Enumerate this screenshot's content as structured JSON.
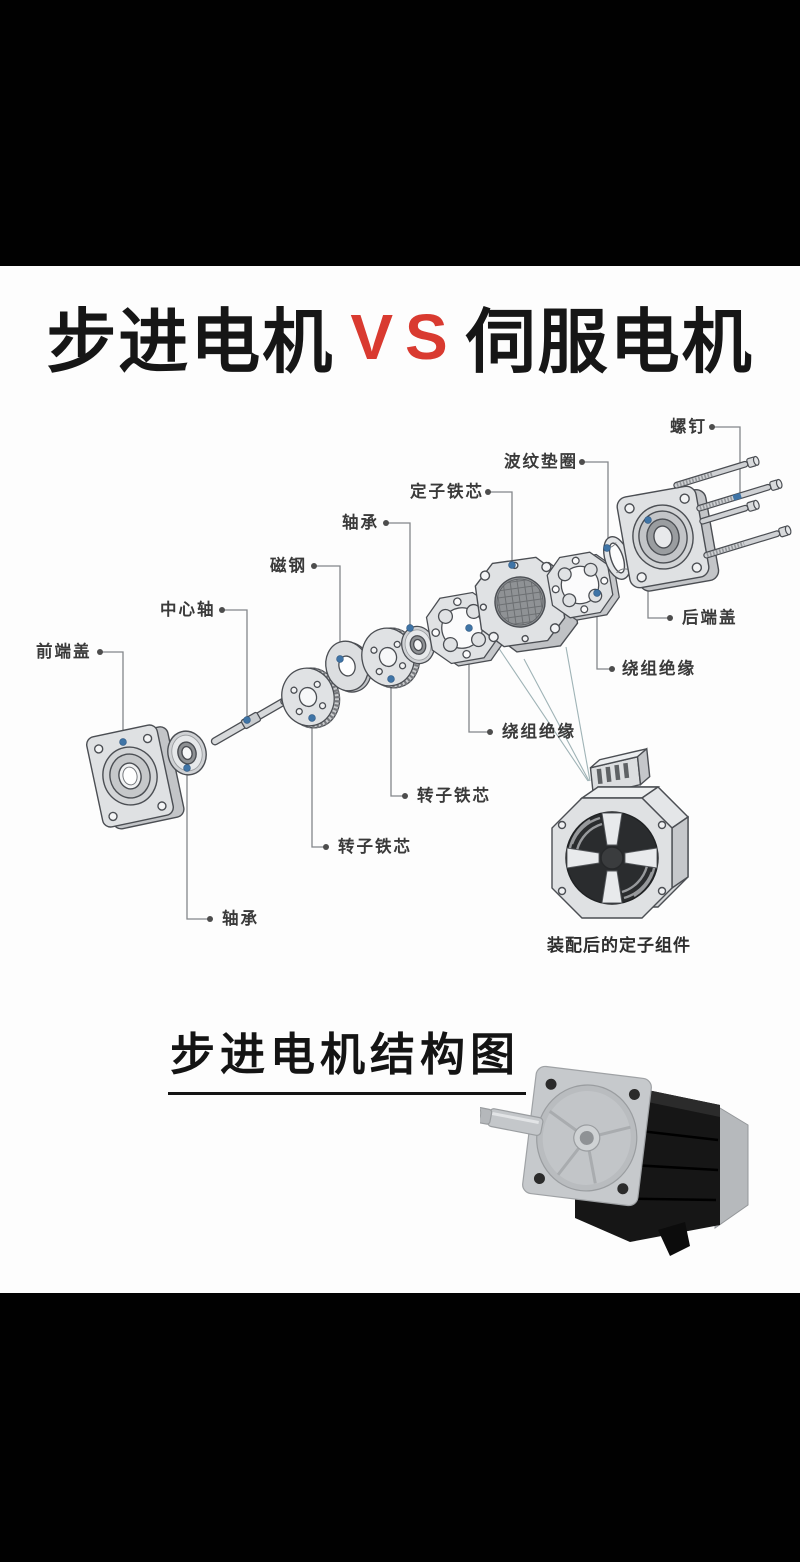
{
  "header": {
    "title_left": "步进电机",
    "vs": "VS",
    "title_right": "伺服电机",
    "accent_red": "#d93a30"
  },
  "diagram": {
    "labels": {
      "screw": "螺钉",
      "wave_washer": "波纹垫圈",
      "stator_core": "定子铁芯",
      "bearing_top": "轴承",
      "magnet": "磁钢",
      "center_shaft": "中心轴",
      "front_cover": "前端盖",
      "rear_cover": "后端盖",
      "winding_insulation_right": "绕组绝缘",
      "winding_insulation_left": "绕组绝缘",
      "rotor_core_right": "转子铁芯",
      "rotor_core_left": "转子铁芯",
      "bearing_bottom": "轴承"
    },
    "caption": "装配后的定子组件",
    "marker_color": "#3f74a6",
    "callout_line_color": "#83868a",
    "part_fill_color": "#dfe1e3",
    "part_outline_color": "#4b4e53"
  },
  "footer": {
    "title": "步进电机结构图"
  }
}
